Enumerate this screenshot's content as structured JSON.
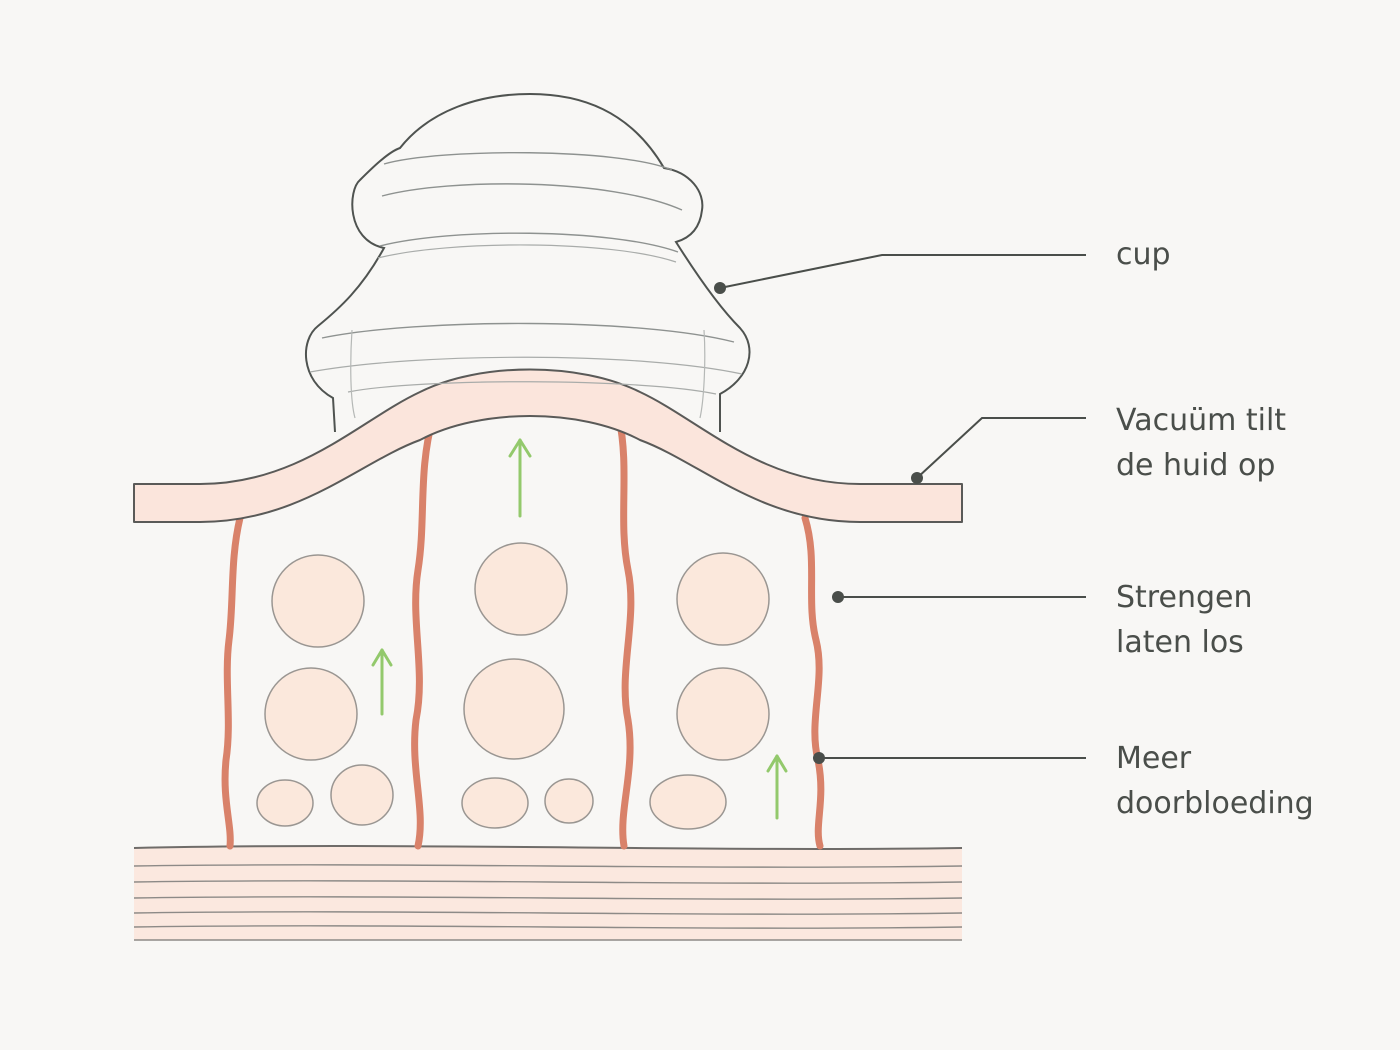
{
  "colors": {
    "background": "#f8f7f5",
    "outline": "#4a4e4a",
    "cup_line": "#8e9290",
    "skin_fill": "#fbe5dc",
    "fat_cell_fill": "#fbe8dc",
    "fat_cell_stroke": "#9a9692",
    "strand": "#d9826a",
    "arrow": "#93c96c",
    "muscle_fill": "#fbe8df",
    "muscle_line": "#8d8a87",
    "leader": "#4a4e4a"
  },
  "labels": {
    "cup": "cup",
    "vacuum": [
      "Vacuüm tilt",
      "de huid op"
    ],
    "strands": [
      "Strengen",
      "laten los"
    ],
    "circulation": [
      "Meer",
      "doorbloeding"
    ]
  },
  "icons": {
    "arrow": "up-arrow-icon",
    "leader_dot": "leader-dot-icon"
  }
}
